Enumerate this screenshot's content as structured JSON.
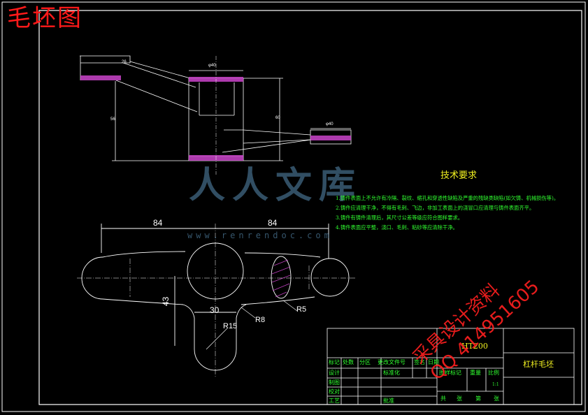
{
  "sheet_title": "毛坯图",
  "tech_requirements": {
    "title": "技术要求",
    "items": [
      "1.铸件表面上不允许有冷隔、裂纹、缩孔和穿透性缺陷及严重的残缺类缺陷(如欠铸、机械损伤等)。",
      "2.铸件应清理干净，不得有毛刺、飞边，非加工表面上的浇冒口应清理与铸件表面齐平。",
      "3.铸件有铸件清理后，其尺寸公差等级应符合图样要求。",
      "4.铸件表面应平整，浇口、毛刺、粘砂等应清除干净。"
    ]
  },
  "dimensions": {
    "left_span": "84",
    "right_span": "84",
    "stem_width": "30",
    "stem_height": "43",
    "r15": "R15",
    "r8": "R8",
    "r5": "R5",
    "top_small_1": "φ40",
    "top_small_2": "φ40",
    "top_small_3": "60",
    "top_small_4": "56",
    "top_small_5": "26"
  },
  "title_block": {
    "material": "HT200",
    "part_name": "杠杆毛坯",
    "col_labels": [
      "标记",
      "处数",
      "分区",
      "更改文件号",
      "签名",
      "日期"
    ],
    "row_labels": [
      "设计",
      "制图",
      "校对",
      "工艺"
    ],
    "std": "标准化",
    "approve": "批准",
    "stage_mark": "图样标记",
    "weight": "重量",
    "scale": "比例",
    "scale_value": "1:1",
    "sheets_total": "共",
    "sheets_unit": "张",
    "sheet_no": "第",
    "sheet_unit2": "张"
  },
  "watermark": {
    "brand": "人人文库",
    "url": "www.renrendoc.com",
    "stamp_line1": "采具设计资料",
    "stamp_line2": "QQ 414951605"
  },
  "colors": {
    "background": "#000000",
    "outline": "#ffffff",
    "hatch": "#c040c0",
    "note_text": "#30ff30",
    "title_text": "#f0f020",
    "red_text": "#ff1a1a"
  }
}
